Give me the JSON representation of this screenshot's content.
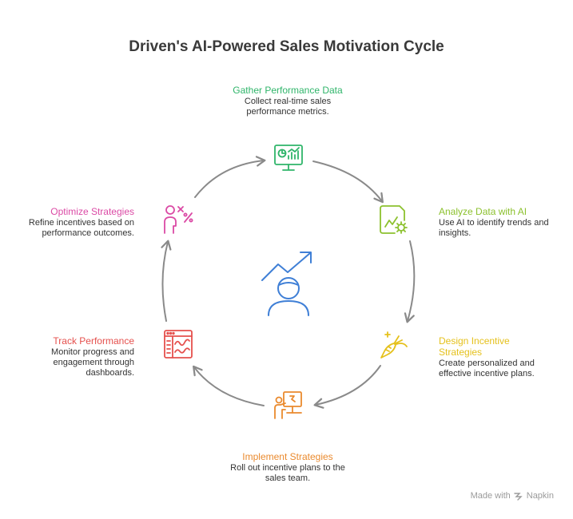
{
  "title": "Driven's AI-Powered Sales Motivation Cycle",
  "colors": {
    "green": "#2fb56a",
    "lime": "#8cc12e",
    "yellow": "#e5c11c",
    "orange": "#ea8a2e",
    "red": "#e5504d",
    "pink": "#db4aa5",
    "blue": "#3f7fd6",
    "arrow": "#8a8a8a"
  },
  "steps": [
    {
      "title": "Gather Performance Data",
      "desc": [
        "Collect real-time sales",
        "performance metrics."
      ],
      "icon": "monitor-chart-icon"
    },
    {
      "title": "Analyze Data with AI",
      "desc": [
        "Use AI to identify trends and",
        "insights."
      ],
      "icon": "chart-gear-icon"
    },
    {
      "title": [
        "Design Incentive",
        "Strategies"
      ],
      "desc": [
        "Create personalized and",
        "effective incentive plans."
      ],
      "icon": "carrot-icon"
    },
    {
      "title": "Implement Strategies",
      "desc": [
        "Roll out incentive plans to the",
        "sales team."
      ],
      "icon": "presentation-icon"
    },
    {
      "title": "Track Performance",
      "desc": [
        "Monitor progress and",
        "engagement through",
        "dashboards."
      ],
      "icon": "dashboard-icon"
    },
    {
      "title": "Optimize Strategies",
      "desc": [
        "Refine incentives based on",
        "performance outcomes."
      ],
      "icon": "person-strategy-icon"
    }
  ],
  "center_icon": "person-growth-icon",
  "footer": {
    "made_with": "Made with",
    "brand": "Napkin"
  }
}
